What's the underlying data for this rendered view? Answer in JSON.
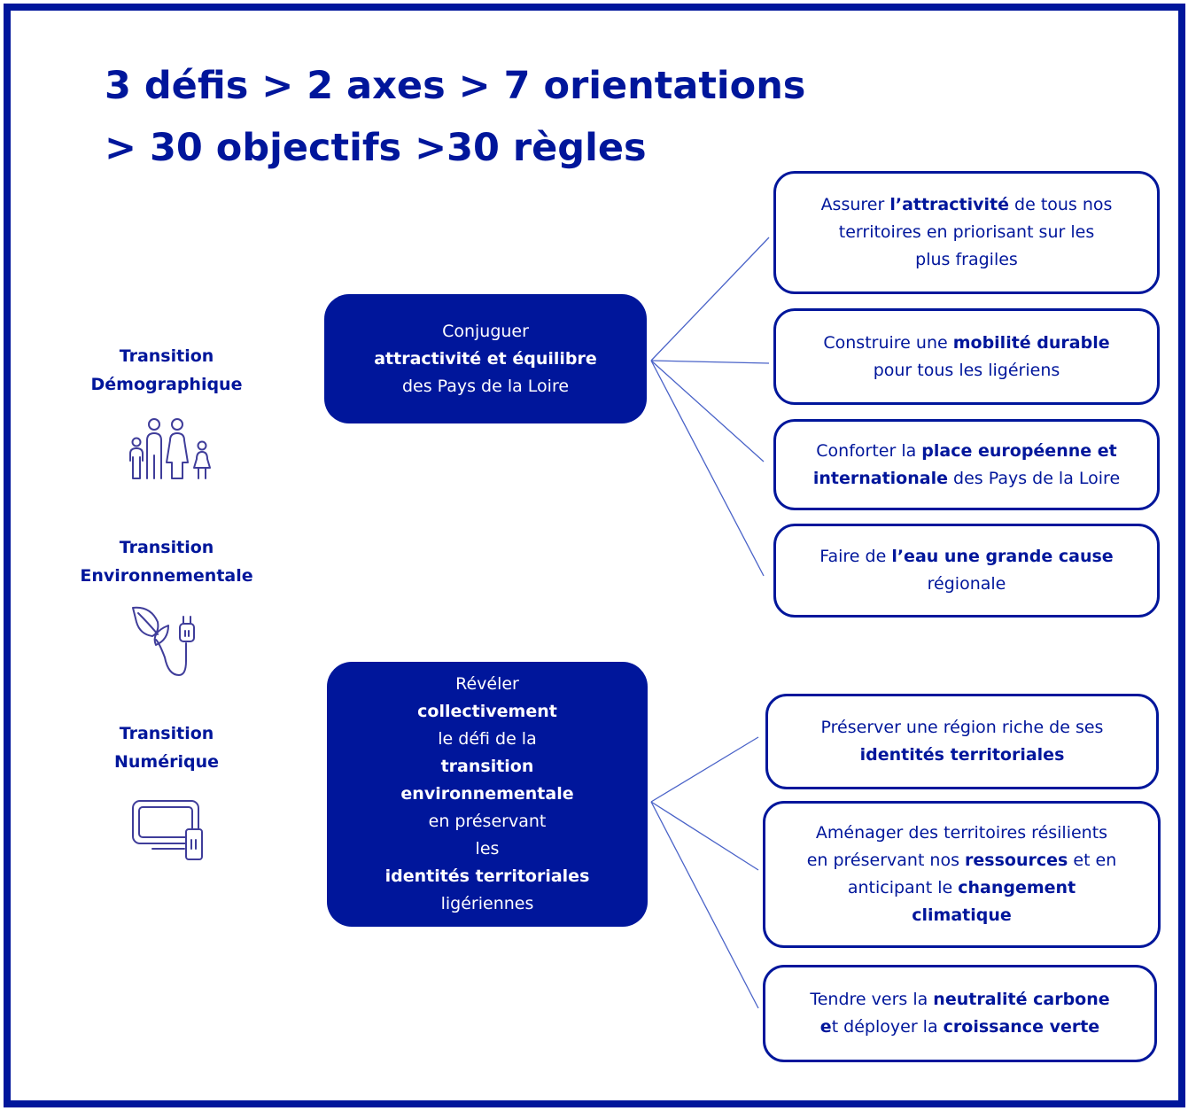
{
  "title": {
    "line1": "3 défis > 2 axes > 7 orientations",
    "line2": "> 30 objectifs >30 règles"
  },
  "challenges": [
    {
      "line1": "Transition",
      "line2": "Démographique",
      "icon": "family-icon"
    },
    {
      "line1": "Transition",
      "line2": "Environnementale",
      "icon": "leaf-plug-icon"
    },
    {
      "line1": "Transition",
      "line2": "Numérique",
      "icon": "screen-icon"
    }
  ],
  "axes": [
    {
      "lines": [
        [
          {
            "t": "Conjuguer"
          }
        ],
        [
          {
            "t": "attractivité et équilibre",
            "b": true
          }
        ],
        [
          {
            "t": "des Pays de la Loire"
          }
        ]
      ]
    },
    {
      "lines": [
        [
          {
            "t": "Révéler "
          },
          {
            "t": "collectivement",
            "b": true
          }
        ],
        [
          {
            "t": "le défi de la "
          },
          {
            "t": "transition",
            "b": true
          }
        ],
        [
          {
            "t": "environnementale",
            "b": true
          }
        ],
        [
          {
            "t": "en préservant"
          }
        ],
        [
          {
            "t": "les "
          },
          {
            "t": "identités territoriales",
            "b": true
          }
        ],
        [
          {
            "t": "ligériennes"
          }
        ]
      ]
    }
  ],
  "orientations": [
    {
      "lines": [
        [
          {
            "t": "Assurer "
          },
          {
            "t": "l’attractivité",
            "b": true
          },
          {
            "t": " de tous nos"
          }
        ],
        [
          {
            "t": "territoires en priorisant sur les"
          }
        ],
        [
          {
            "t": "plus fragiles"
          }
        ]
      ]
    },
    {
      "lines": [
        [
          {
            "t": "Construire une "
          },
          {
            "t": "mobilité durable",
            "b": true
          }
        ],
        [
          {
            "t": "pour tous les ligériens"
          }
        ]
      ]
    },
    {
      "lines": [
        [
          {
            "t": "Conforter la "
          },
          {
            "t": "place européenne et",
            "b": true
          }
        ],
        [
          {
            "t": "internationale",
            "b": true
          },
          {
            "t": " des Pays de la Loire"
          }
        ]
      ]
    },
    {
      "lines": [
        [
          {
            "t": "Faire de "
          },
          {
            "t": "l’eau une grande cause",
            "b": true
          }
        ],
        [
          {
            "t": "régionale"
          }
        ]
      ]
    },
    {
      "lines": [
        [
          {
            "t": "Préserver une région riche de ses"
          }
        ],
        [
          {
            "t": "identités territoriales",
            "b": true
          }
        ]
      ]
    },
    {
      "lines": [
        [
          {
            "t": "Aménager des territoires résilients"
          }
        ],
        [
          {
            "t": "en préservant nos "
          },
          {
            "t": "ressources",
            "b": true
          },
          {
            "t": " et en"
          }
        ],
        [
          {
            "t": "anticipant le "
          },
          {
            "t": "changement",
            "b": true
          }
        ],
        [
          {
            "t": "climatique",
            "b": true
          }
        ]
      ]
    },
    {
      "lines": [
        [
          {
            "t": "Tendre vers la "
          },
          {
            "t": "neutralité carbone",
            "b": true
          }
        ],
        [
          {
            "t": "e",
            "b": true
          },
          {
            "t": "t déployer la "
          },
          {
            "t": "croissance verte",
            "b": true
          }
        ]
      ]
    }
  ],
  "colors": {
    "primary": "#00169b",
    "connector": "#4a63c8",
    "background": "#ffffff"
  }
}
